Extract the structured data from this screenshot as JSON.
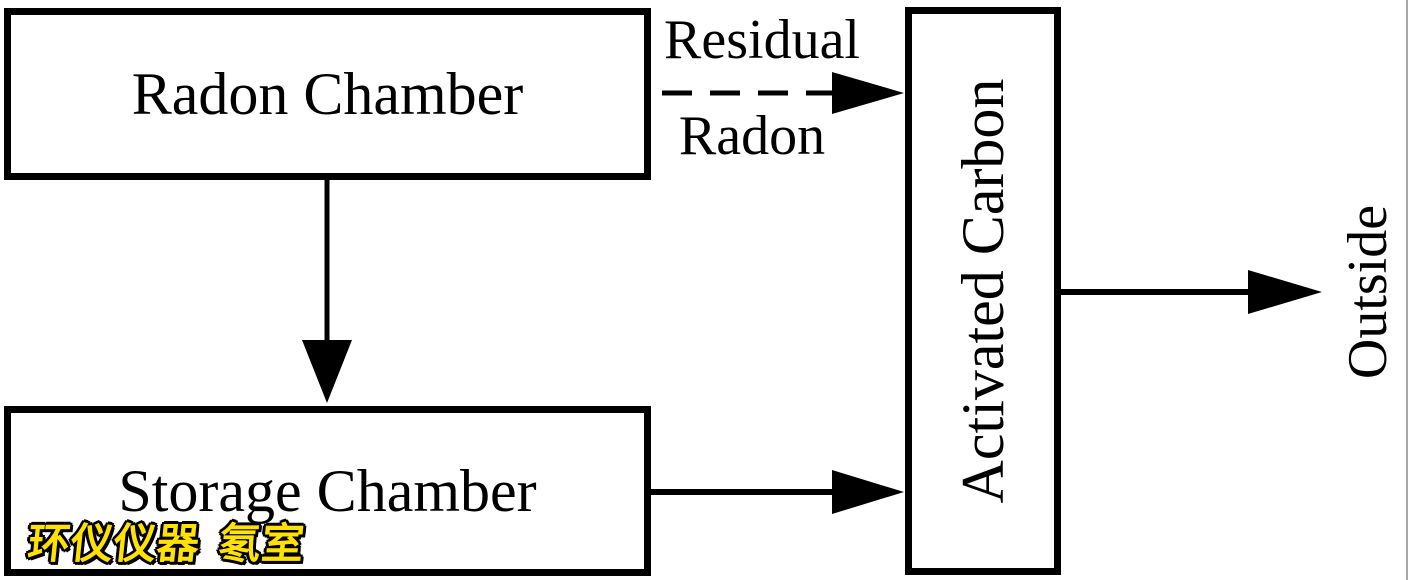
{
  "nodes": {
    "radon_chamber": {
      "label": "Radon Chamber"
    },
    "storage_chamber": {
      "label": "Storage Chamber"
    },
    "activated_carbon": {
      "label": "Activated Carbon"
    }
  },
  "edge_labels": {
    "residual_top": "Residual",
    "residual_bottom": "Radon",
    "outside": "Outside"
  },
  "flows": [
    {
      "from": "Radon Chamber",
      "to": "Storage Chamber",
      "style": "solid",
      "label": ""
    },
    {
      "from": "Radon Chamber",
      "to": "Activated Carbon",
      "style": "dashed",
      "label": "Residual Radon"
    },
    {
      "from": "Storage Chamber",
      "to": "Activated Carbon",
      "style": "solid",
      "label": ""
    },
    {
      "from": "Activated Carbon",
      "to": "Outside",
      "style": "solid",
      "label": "Outside"
    }
  ],
  "watermark": {
    "text": "环仪仪器 氡室",
    "fill_color": "#ffe103",
    "outline_color": "#000000"
  },
  "colors": {
    "ink": "#000000",
    "background": "#ffffff",
    "right_edge_line": "#a6a6a6"
  }
}
